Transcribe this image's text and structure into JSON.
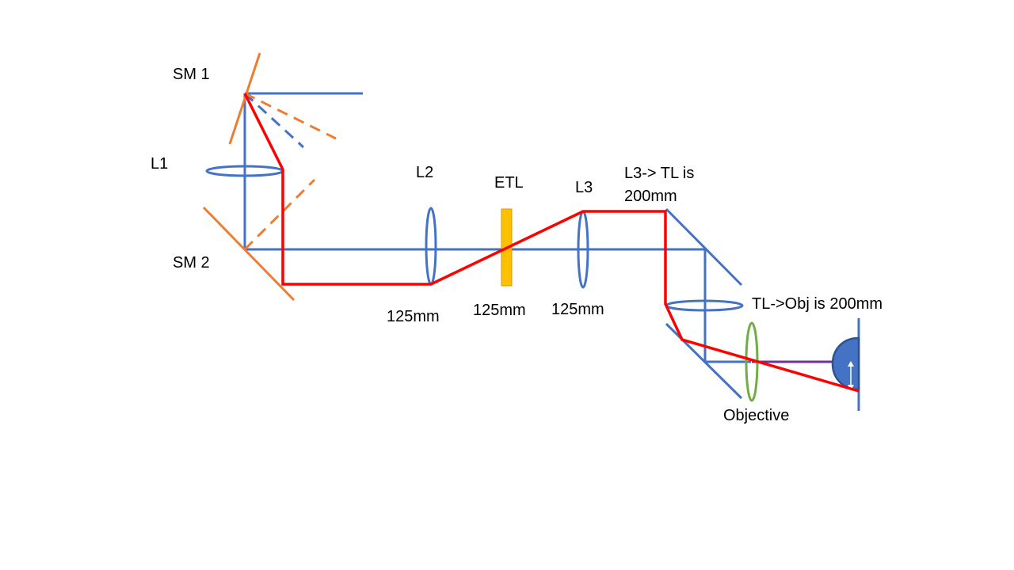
{
  "colors": {
    "axis": "#4472C4",
    "mirror": "#ED7D31",
    "beam": "#FF0000",
    "etl": "#FFC000",
    "objective": "#70AD47",
    "sample": "#4472C4",
    "emission": "#7030A0"
  },
  "labels": {
    "sm1": "SM 1",
    "l1": "L1",
    "sm2": "SM 2",
    "l2": "L2",
    "etl": "ETL",
    "l3": "L3",
    "l3_tl_line1": "L3-> TL is",
    "l3_tl_line2": "200mm",
    "l2_focal": "125mm",
    "etl_focal": "125mm",
    "l3_focal": "125mm",
    "tl_obj": "TL->Obj is 200mm",
    "objective": "Objective"
  }
}
